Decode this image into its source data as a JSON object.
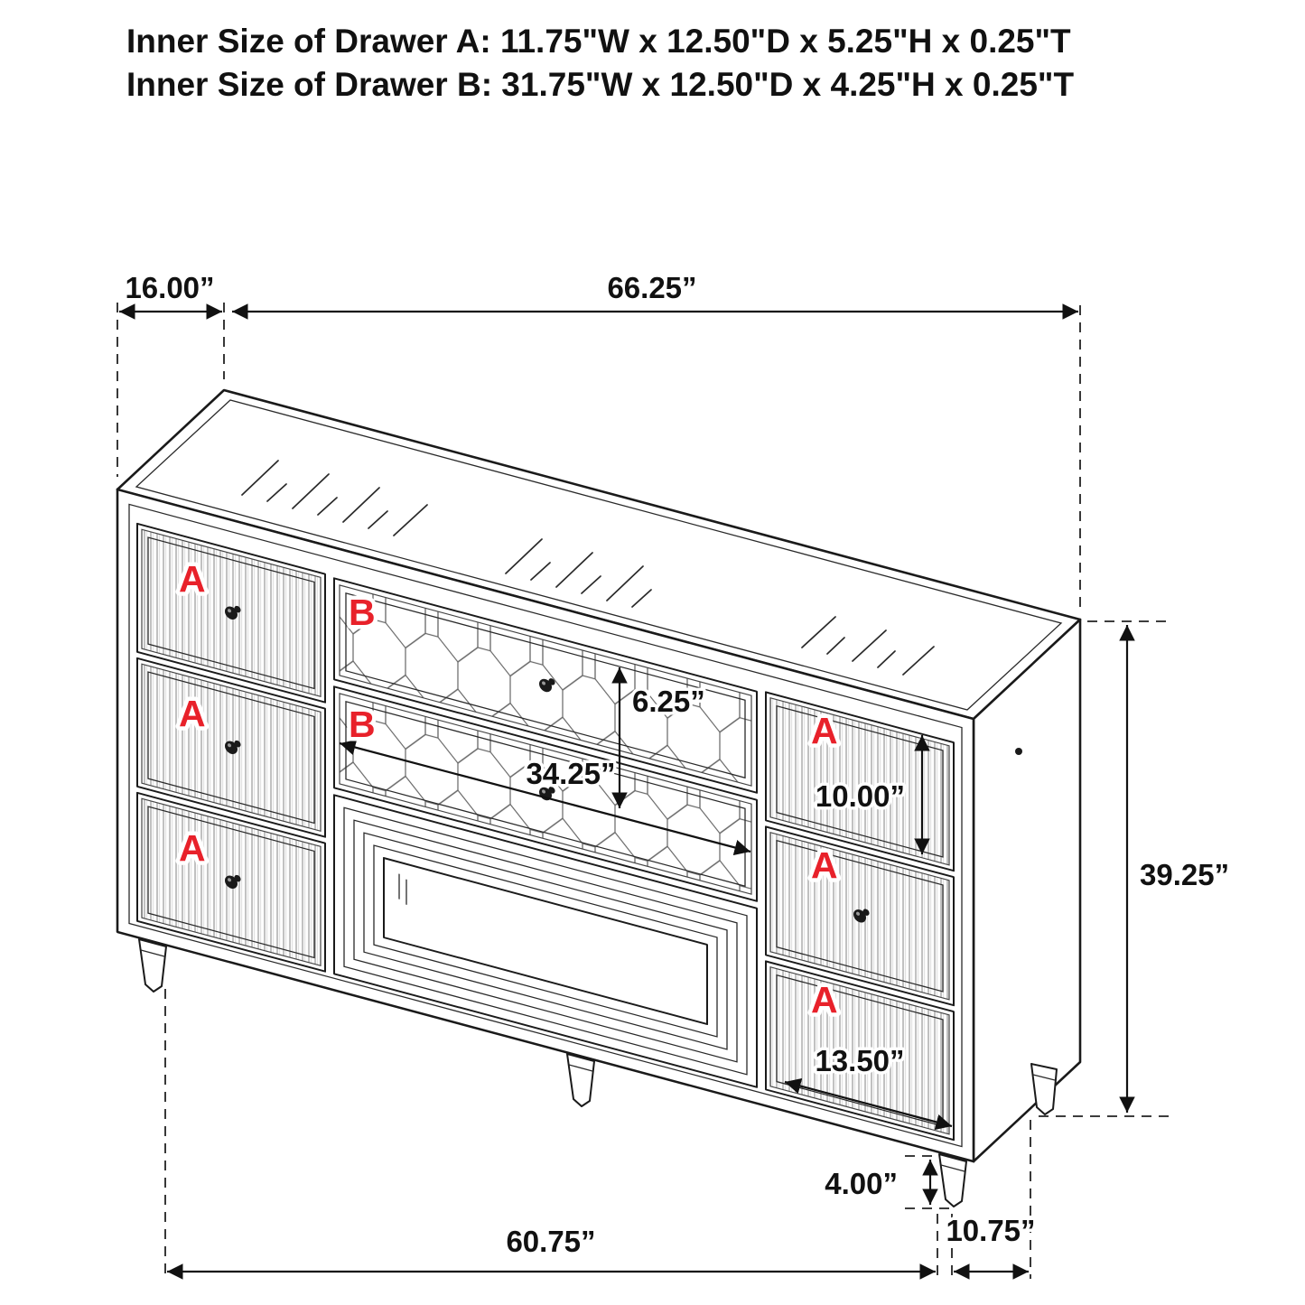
{
  "header": {
    "line1": "Inner Size of Drawer A: 11.75\"W x 12.50\"D x 5.25\"H x 0.25\"T",
    "line2": "Inner Size of Drawer B: 31.75\"W x 12.50\"D x 4.25\"H x 0.25\"T"
  },
  "dimensions": {
    "top_depth": "16.00”",
    "top_width": "66.25”",
    "drawer_b_front_height": "6.25”",
    "drawer_b_front_width": "34.25”",
    "right_drawer_height": "10.00”",
    "overall_height": "39.25”",
    "right_drawer_width": "13.50”",
    "leg_height": "4.00”",
    "front_width": "60.75”",
    "side_depth": "10.75”"
  },
  "drawers": {
    "left": [
      "A",
      "A",
      "A"
    ],
    "middle": [
      "B",
      "B"
    ],
    "right": [
      "A",
      "A",
      "A"
    ]
  },
  "colors": {
    "label_red": "#e8212a",
    "line": "#1a1a1a"
  }
}
